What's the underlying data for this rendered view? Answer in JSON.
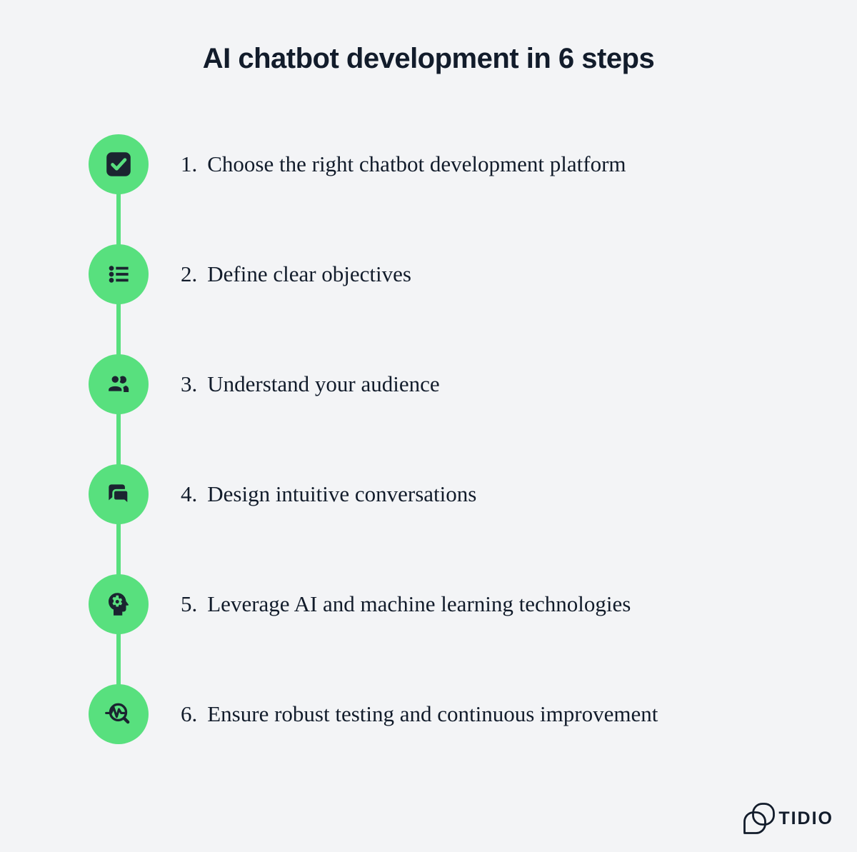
{
  "title": "AI chatbot development in 6 steps",
  "steps": [
    {
      "number": "1.",
      "label": "Choose the right chatbot development platform",
      "icon": "checkbox-icon"
    },
    {
      "number": "2.",
      "label": "Define clear objectives",
      "icon": "bulleted-list-icon"
    },
    {
      "number": "3.",
      "label": "Understand your audience",
      "icon": "people-icon"
    },
    {
      "number": "4.",
      "label": "Design intuitive conversations",
      "icon": "chat-bubbles-icon"
    },
    {
      "number": "5.",
      "label": "Leverage AI and machine learning technologies",
      "icon": "head-gear-icon"
    },
    {
      "number": "6.",
      "label": "Ensure robust testing and continuous improvement",
      "icon": "search-pulse-icon"
    }
  ],
  "logo": {
    "brand": "TIDIO",
    "mark": "tidio-bubble-mark"
  },
  "colors": {
    "background": "#f3f4f6",
    "accent_green": "#58e07e",
    "ink": "#121c2b",
    "icon_dark": "#1b2430"
  }
}
